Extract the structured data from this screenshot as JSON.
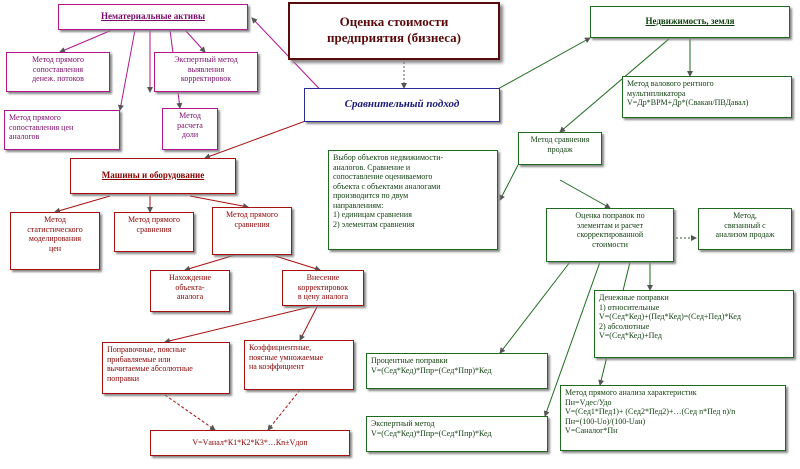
{
  "boxes": {
    "top_title": "Оценка стоимости\nпредприятия (бизнеса)",
    "intangible": "Нематериальные активы",
    "m_excess_profit": "Метод прямого\nсопоставления\nденеж. потоков",
    "m_expert_intangible": "Экспертный метод\nвыявления\nкорректировок",
    "m_compare_prices": "Метод прямого\nсопоставления цен\nаналогов",
    "m_calc_share": "Метод\nрасчета\nдоли",
    "comparative": "Сравнительный подход",
    "machines": "Машины и оборудование",
    "m_stat_model": "Метод\nстатистического\nмоделирования\nцен",
    "m_direct_compare": "Метод прямого\nсравнения",
    "m_direct_compare2": "Метод прямого\nсравнения",
    "find_analog": "Нахождение\nобъекта-\nаналога",
    "intro_corrections": "Внесение\nкорректировок\nв цену аналога",
    "abs_corrections": "Поправочные, поясные\nприбавляемые или\nвычитаемые абсолютные\nпоправки",
    "coef_corrections": "Коэффициентные,\nпоясные умножаемые\nна коэффициент",
    "formula_v": "V=Vанал*К1*К2*К3*…Кn±Vдоп",
    "realestate": "Недвижимость, земля",
    "m_gross_rent": "Метод валового рентного\nмультипликатора\nV=Др*ВРМ+Др*(Свакан/ПВДавал)",
    "m_compare_sales": "Метод сравнения\nпродаж",
    "select_objects": "Выбор объектов недвижимости-\nаналогов. Сравнение и\nсопоставление оцениваемого\nобъекта с объектами аналогами\nпроизводится по двум\nнаправлениям:\n1) единицам сравнения\n2) элементам сравнения",
    "eval_corrections": "Оценка поправок по\nэлементам и расчет\nскорректированной\nстоимости",
    "m_linked_sales": "Метод,\nсвязанный с\nанализом продаж",
    "money_corrections": "Денежные поправки\n   1) относительные\nV=(Сед*Кед)+(Пед*Кед)=(Сед+Пед)*Кед\n2) абсолютные\nV=(Сед*Кед)+Пед",
    "percent_corrections": "Процентные поправки\nV=(Сед*Кед)*Ппр=(Сед*Ппр)*Кед",
    "m_direct_analysis": "Метод прямого анализа характеристик\nПн=Vдес/Удо\nV=(Сед1*Пед1)+  (Сед2*Пед2)+…(Сед n*Пед n)/n\nПн=(100-Uо)/(100-Uан)\nV=Саналог*Пн",
    "expert_method": "Экспертный метод\nV=(Сед*Кед)*Ппр=(Сед*Ппр)*Кед"
  }
}
